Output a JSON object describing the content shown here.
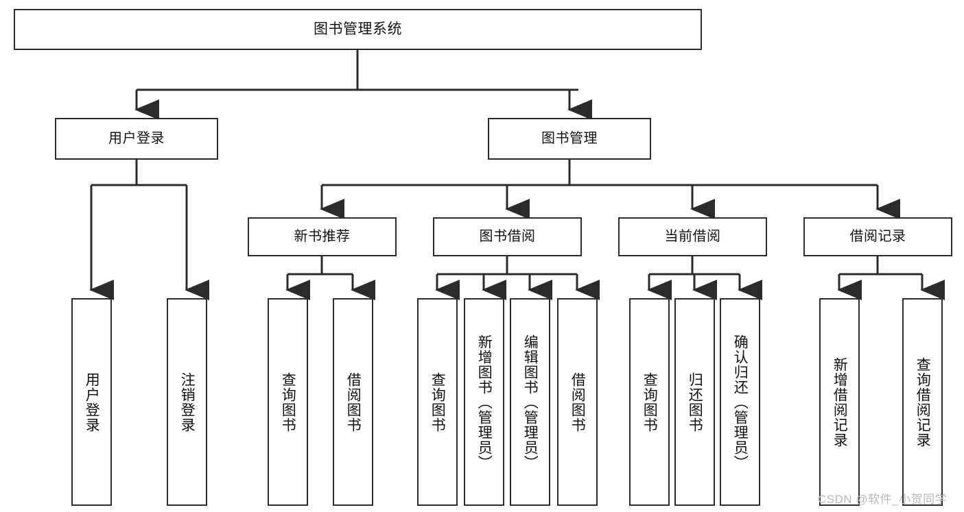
{
  "diagram": {
    "title": "图书管理系统",
    "watermark": "CSDN @软件_小贺同学",
    "colors": {
      "stroke": "#2b2b2b",
      "fill": "#ffffff",
      "text": "#111111",
      "watermark": "#b9b9b9"
    },
    "nodes": {
      "root": {
        "label": "图书管理系统"
      },
      "level2": [
        {
          "id": "user-login",
          "label": "用户登录"
        },
        {
          "id": "book-manage",
          "label": "图书管理"
        }
      ],
      "level3": [
        {
          "id": "new-book-recommend",
          "label": "新书推荐"
        },
        {
          "id": "book-borrow",
          "label": "图书借阅"
        },
        {
          "id": "current-borrow",
          "label": "当前借阅"
        },
        {
          "id": "borrow-record",
          "label": "借阅记录"
        }
      ],
      "leaves": {
        "user_login": [
          {
            "id": "leaf-user-login",
            "label": "用户登录"
          },
          {
            "id": "leaf-logout",
            "label": "注销登录"
          }
        ],
        "new_book_recommend": [
          {
            "id": "leaf-query-book-1",
            "label": "查询图书"
          },
          {
            "id": "leaf-borrow-book-1",
            "label": "借阅图书"
          }
        ],
        "book_borrow": [
          {
            "id": "leaf-query-book-2",
            "label": "查询图书"
          },
          {
            "id": "leaf-add-book",
            "label": "新增图书（管理员）"
          },
          {
            "id": "leaf-edit-book",
            "label": "编辑图书（管理员）"
          },
          {
            "id": "leaf-borrow-book-2",
            "label": "借阅图书"
          }
        ],
        "current_borrow": [
          {
            "id": "leaf-query-book-3",
            "label": "查询图书"
          },
          {
            "id": "leaf-return-book",
            "label": "归还图书"
          },
          {
            "id": "leaf-confirm-return",
            "label": "确认归还（管理员）"
          }
        ],
        "borrow_record": [
          {
            "id": "leaf-add-record",
            "label": "新增借阅记录"
          },
          {
            "id": "leaf-query-record",
            "label": "查询借阅记录"
          }
        ]
      }
    }
  }
}
